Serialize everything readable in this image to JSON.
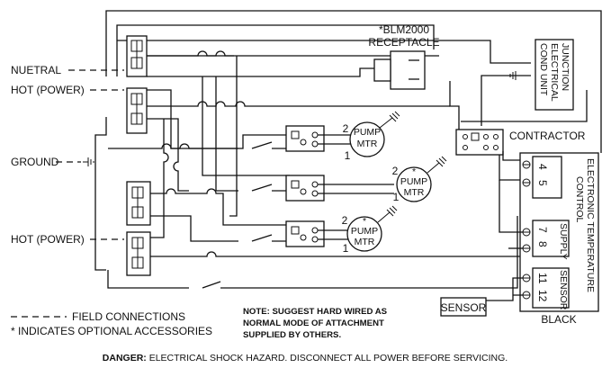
{
  "labels": {
    "neutral": "NUETRAL",
    "hot_top": "HOT (POWER)",
    "ground": "GROUND",
    "hot_bottom": "HOT (POWER)",
    "receptacle_model": "*BLM2000",
    "receptacle": "RECEPTACLE",
    "cond_unit_lines": [
      "COND UNIT",
      "ELECTRICAL",
      "JUNCTION"
    ],
    "contractor": "CONTRACTOR",
    "etc_lines": [
      "ELECTRONIC TEMPERATURE",
      "CONTROL"
    ],
    "terminals": {
      "t4": "4",
      "t5": "5",
      "t7": "7",
      "t8": "8",
      "t11": "11",
      "t12": "12"
    },
    "supply": "SUPPLY",
    "sensor_terminal": "SENSOR",
    "sensor_box": "SENSOR",
    "black": "BLACK"
  },
  "pumps": [
    {
      "line1": "PUMP",
      "line2": "MTR",
      "optional": "",
      "n_top": "2",
      "n_bottom": "1"
    },
    {
      "line1": "PUMP",
      "line2": "MTR",
      "optional": "*",
      "n_top": "2",
      "n_bottom": "1"
    },
    {
      "line1": "PUMP",
      "line2": "MTR",
      "optional": "*",
      "n_top": "2",
      "n_bottom": "1"
    }
  ],
  "legend": {
    "field_connections": "FIELD CONNECTIONS",
    "optional": "* INDICATES OPTIONAL ACCESSORIES"
  },
  "note": [
    "NOTE: SUGGEST HARD WIRED AS",
    "NORMAL MODE OF ATTACHMENT",
    "SUPPLIED BY OTHERS."
  ],
  "danger": {
    "label": "DANGER:",
    "text": "ELECTRICAL SHOCK HAZARD. DISCONNECT ALL POWER BEFORE SERVICING."
  }
}
